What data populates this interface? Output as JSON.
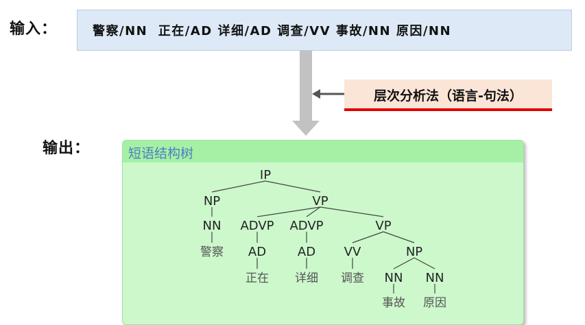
{
  "input": {
    "label": "输入：",
    "text": "警察/NN  正在/AD 详细/AD 调查/VV 事故/NN 原因/NN"
  },
  "method": {
    "label": "层次分析法（语言-句法）"
  },
  "output": {
    "label": "输出：",
    "tree_title": "短语结构树"
  },
  "tree": {
    "nodes": [
      {
        "id": "ip",
        "label": "IP",
        "kind": "node"
      },
      {
        "id": "np1",
        "label": "NP",
        "kind": "node"
      },
      {
        "id": "vp1",
        "label": "VP",
        "kind": "node"
      },
      {
        "id": "nn1",
        "label": "NN",
        "kind": "node"
      },
      {
        "id": "advp1",
        "label": "ADVP",
        "kind": "node"
      },
      {
        "id": "advp2",
        "label": "ADVP",
        "kind": "node"
      },
      {
        "id": "vp2",
        "label": "VP",
        "kind": "node"
      },
      {
        "id": "w1",
        "label": "警察",
        "kind": "leaf"
      },
      {
        "id": "ad1",
        "label": "AD",
        "kind": "node"
      },
      {
        "id": "ad2",
        "label": "AD",
        "kind": "node"
      },
      {
        "id": "vv",
        "label": "VV",
        "kind": "node"
      },
      {
        "id": "np2",
        "label": "NP",
        "kind": "node"
      },
      {
        "id": "w2",
        "label": "正在",
        "kind": "leaf"
      },
      {
        "id": "w3",
        "label": "详细",
        "kind": "leaf"
      },
      {
        "id": "w4",
        "label": "调查",
        "kind": "leaf"
      },
      {
        "id": "nn2",
        "label": "NN",
        "kind": "node"
      },
      {
        "id": "nn3",
        "label": "NN",
        "kind": "node"
      },
      {
        "id": "w5",
        "label": "事故",
        "kind": "leaf"
      },
      {
        "id": "w6",
        "label": "原因",
        "kind": "leaf"
      }
    ],
    "edges": [
      [
        "ip",
        "np1"
      ],
      [
        "ip",
        "vp1"
      ],
      [
        "np1",
        "nn1"
      ],
      [
        "nn1",
        "w1"
      ],
      [
        "vp1",
        "advp1"
      ],
      [
        "vp1",
        "advp2"
      ],
      [
        "vp1",
        "vp2"
      ],
      [
        "advp1",
        "ad1"
      ],
      [
        "ad1",
        "w2"
      ],
      [
        "advp2",
        "ad2"
      ],
      [
        "ad2",
        "w3"
      ],
      [
        "vp2",
        "vv"
      ],
      [
        "vp2",
        "np2"
      ],
      [
        "vv",
        "w4"
      ],
      [
        "np2",
        "nn2"
      ],
      [
        "np2",
        "nn3"
      ],
      [
        "nn2",
        "w5"
      ],
      [
        "nn3",
        "w6"
      ]
    ]
  }
}
